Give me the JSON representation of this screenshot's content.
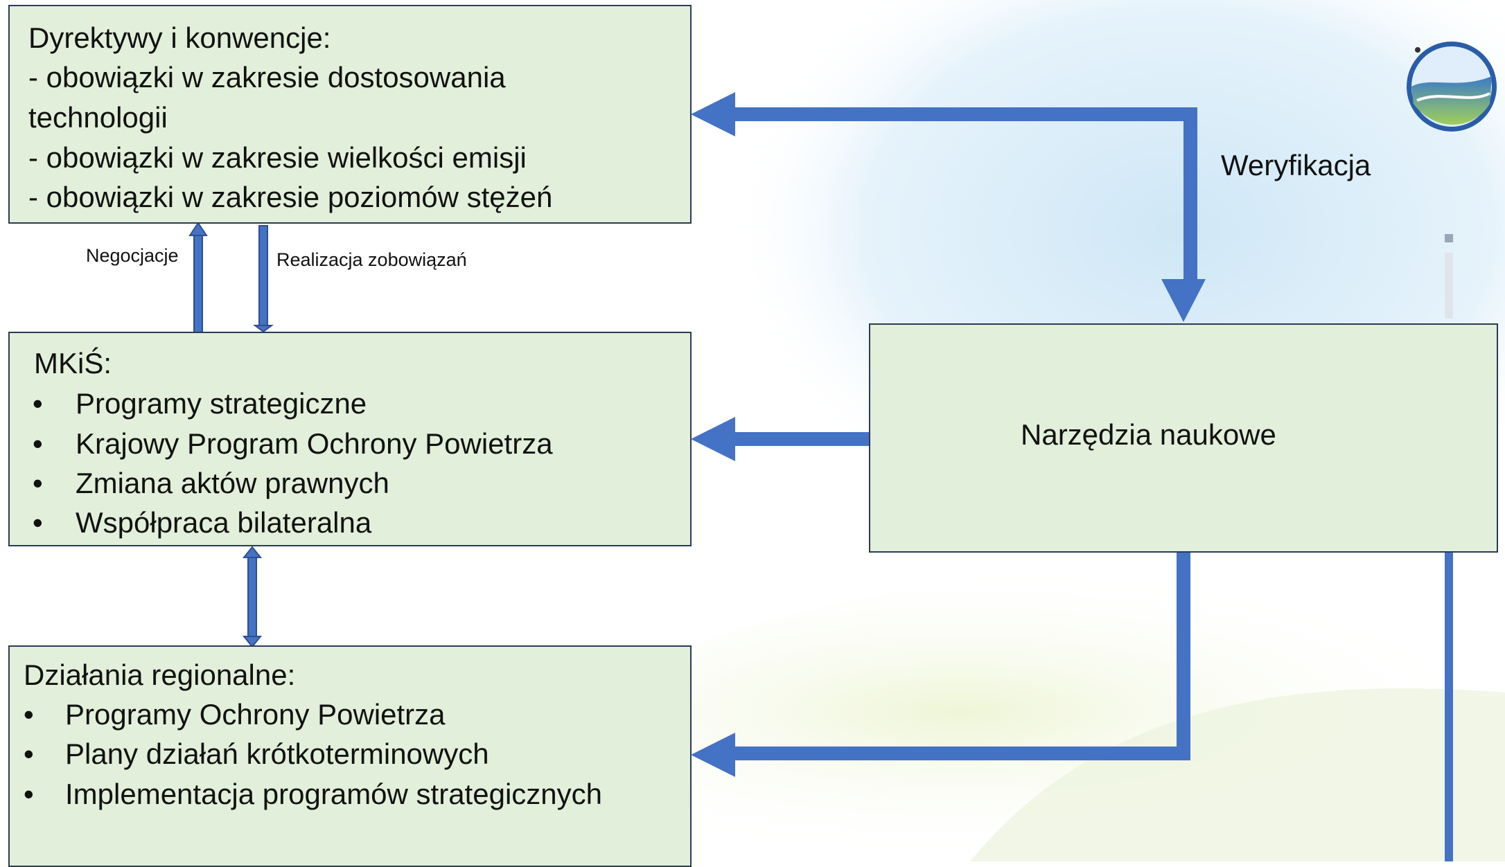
{
  "diagram": {
    "box_top": {
      "title": "Dyrektywy  i konwencje:",
      "lines": [
        "- obowiązki w zakresie dostosowania",
        "technologii",
        "- obowiązki w zakresie wielkości emisji",
        "- obowiązki w zakresie poziomów stężeń"
      ]
    },
    "box_mkis": {
      "title": "MKiŚ:",
      "bullet": "•",
      "items": [
        "Programy strategiczne",
        "Krajowy Program Ochrony Powietrza",
        "Zmiana aktów prawnych",
        "Współpraca bilateralna"
      ]
    },
    "box_regional": {
      "title": "Działania regionalne:",
      "bullet": "•",
      "items": [
        "Programy Ochrony Powietrza",
        "Plany działań krótkoterminowych",
        "Implementacja programów strategicznych"
      ]
    },
    "box_tools": {
      "title": "Narzędzia naukowe"
    },
    "labels": {
      "negotiations": "Negocjacje",
      "implementation": "Realizacja zobowiązań",
      "verification": "Weryfikacja"
    }
  },
  "colors": {
    "box_fill": "#e2efda",
    "box_border": "#2b3a55",
    "arrow": "#4472c4",
    "arrow_outline": "#2f4f8f"
  },
  "logo": {
    "name": "logo-icon"
  }
}
